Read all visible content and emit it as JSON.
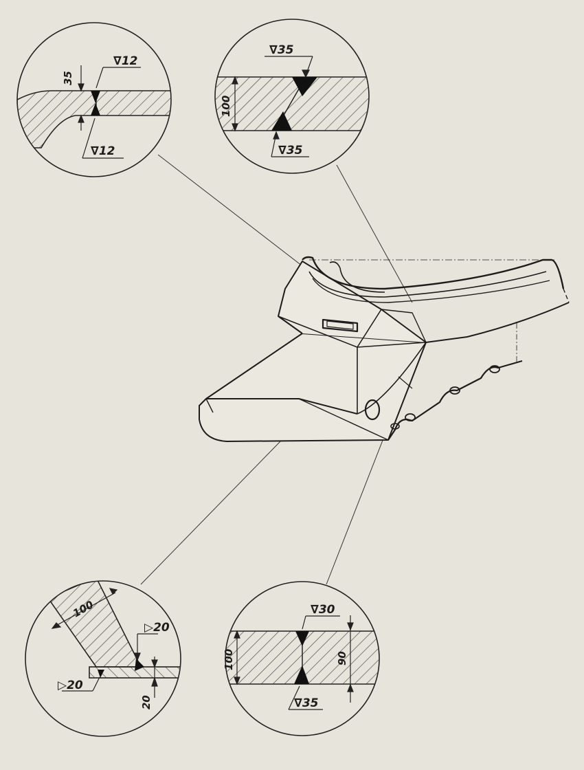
{
  "colors": {
    "paper": "#e7e4db",
    "ink": "#1c1c1c",
    "hatch": "#444444"
  },
  "details": {
    "top_left": {
      "weld_top": "∇12",
      "weld_bottom": "∇12",
      "thickness": "35"
    },
    "top_right": {
      "weld_top": "∇35",
      "weld_bottom": "∇35",
      "thickness": "100"
    },
    "bottom_left": {
      "weld_right": "▷20",
      "weld_left": "▷20",
      "thickness_diag": "100",
      "thickness_plate": "20"
    },
    "bottom_right": {
      "weld_top": "∇30",
      "weld_bottom": "∇35",
      "thickness_left": "100",
      "thickness_right": "90"
    }
  }
}
